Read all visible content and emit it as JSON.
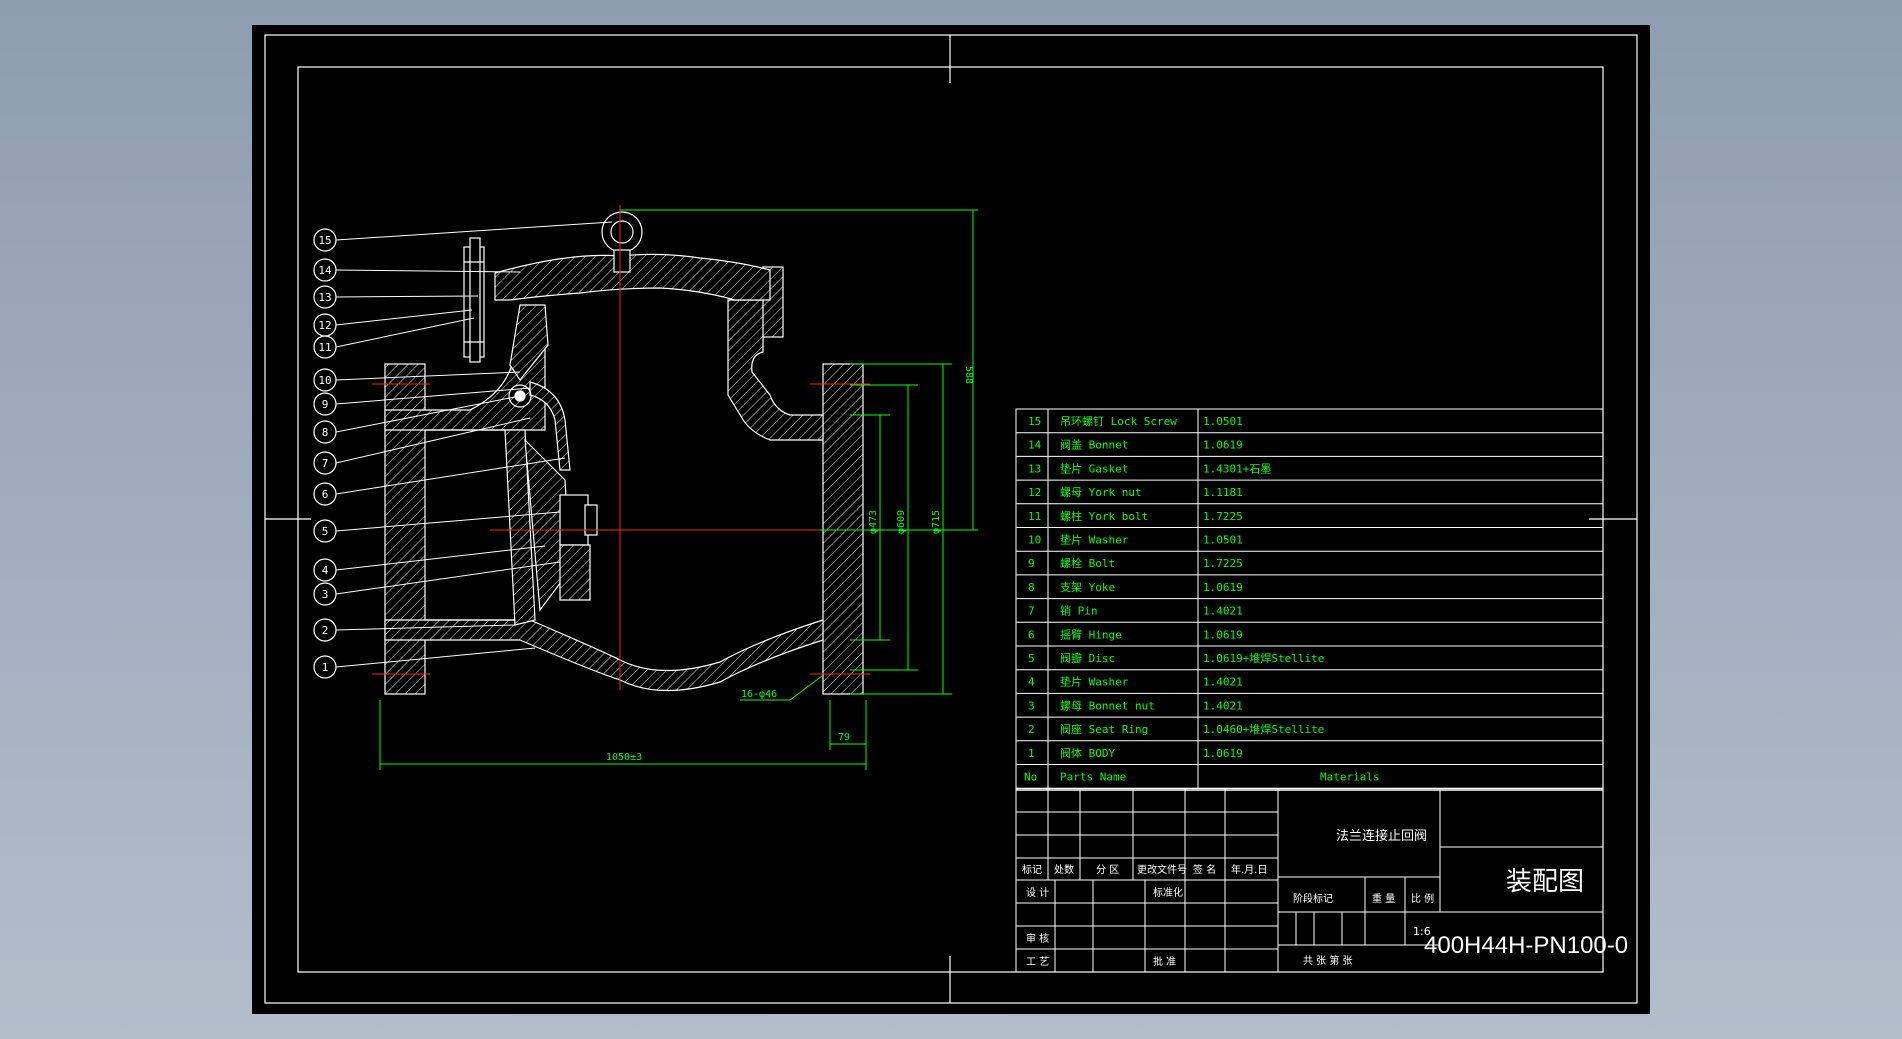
{
  "colors": {
    "background": "#000000",
    "frame": "#ffffff",
    "table_text": "#00ff00",
    "dimension": "#00ff00",
    "centerline": "#ff0000",
    "outside": "#9aa6b7"
  },
  "balloons": [
    "15",
    "14",
    "13",
    "12",
    "11",
    "10",
    "9",
    "8",
    "7",
    "6",
    "5",
    "4",
    "3",
    "2",
    "1"
  ],
  "parts": [
    {
      "no": "15",
      "name": "吊环螺钉 Lock Screw",
      "material": "1.0501"
    },
    {
      "no": "14",
      "name": "阀盖 Bonnet",
      "material": "1.0619"
    },
    {
      "no": "13",
      "name": "垫片 Gasket",
      "material": "1.4301+石墨"
    },
    {
      "no": "12",
      "name": "螺母 York nut",
      "material": "1.1181"
    },
    {
      "no": "11",
      "name": "螺柱 York bolt",
      "material": "1.7225"
    },
    {
      "no": "10",
      "name": "垫片 Washer",
      "material": "1.0501"
    },
    {
      "no": "9",
      "name": "螺栓 Bolt",
      "material": "1.7225"
    },
    {
      "no": "8",
      "name": "支架 Yoke",
      "material": "1.0619"
    },
    {
      "no": "7",
      "name": "销 Pin",
      "material": "1.4021"
    },
    {
      "no": "6",
      "name": "摇臂 Hinge",
      "material": "1.0619"
    },
    {
      "no": "5",
      "name": "阀瓣 Disc",
      "material": "1.0619+堆焊Stellite"
    },
    {
      "no": "4",
      "name": "垫片 Washer",
      "material": "1.4021"
    },
    {
      "no": "3",
      "name": "螺母 Bonnet nut",
      "material": "1.4021"
    },
    {
      "no": "2",
      "name": "阀座 Seat Ring",
      "material": "1.0460+堆焊Stellite"
    },
    {
      "no": "1",
      "name": "阀体 BODY",
      "material": "1.0619"
    }
  ],
  "parts_header": {
    "no": "No",
    "name": "Parts Name",
    "material": "Materials"
  },
  "dimensions": {
    "overall_length": "1050±3",
    "height": "588",
    "d1": "φ473",
    "d2": "φ609",
    "d3": "φ715",
    "flange_thickness": "79",
    "bolt_holes": "16-φ46"
  },
  "title_block": {
    "drawing_name": "法兰连接止回阀",
    "sheet_title": "装配图",
    "drawing_number": "400H44H-PN100-0",
    "scale": "1:6",
    "rev_headers": [
      "标记",
      "处数",
      "分 区",
      "更改文件号",
      "签 名",
      "年.月.日"
    ],
    "design": "设 计",
    "standardize": "标准化",
    "review": "审 核",
    "process": "工 艺",
    "approve": "批 准",
    "stage_mark": "阶段标记",
    "weight": "重 量",
    "scale_label": "比 例",
    "sheets": "共   张     第   张"
  }
}
